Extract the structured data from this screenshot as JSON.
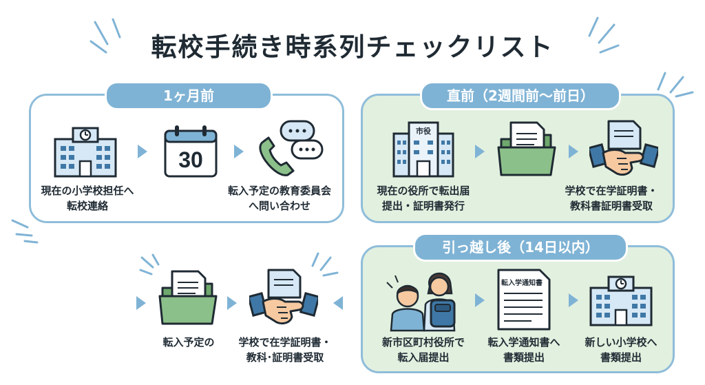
{
  "title": "転校手続き時系列チェックリスト",
  "sections": {
    "month_before": {
      "header": "1ヶ月前",
      "steps": [
        {
          "line1": "現在の小学校担任へ",
          "line2": "転校連絡",
          "icon": "school-building-icon"
        },
        {
          "calendar_number": "30",
          "icon": "calendar-icon"
        },
        {
          "line1": "転入予定の教育委員会",
          "line2": "へ問い合わせ",
          "icon": "phone-chat-icon"
        }
      ]
    },
    "just_before": {
      "header": "直前（2週間前〜前日）",
      "steps": [
        {
          "line1": "現在の役所で転出届",
          "line2": "提出・証明書発行",
          "building_sign": "市役",
          "icon": "city-hall-icon"
        },
        {
          "icon": "folder-documents-icon"
        },
        {
          "line1": "学校で在学証明書・",
          "line2": "教科書証明書受取",
          "icon": "handshake-document-icon"
        }
      ]
    },
    "after_move": {
      "header": "引っ越し後（14日以内）",
      "steps": [
        {
          "line1": "新市区町村役所で",
          "line2": "転入届提出",
          "icon": "parent-child-icon"
        },
        {
          "line1": "転入学通知書へ",
          "line2": "書類提出",
          "doc_title": "転入学通知書",
          "icon": "notice-document-icon"
        },
        {
          "line1": "新しい小学校へ",
          "line2": "書類提出",
          "icon": "school-building-icon"
        }
      ]
    },
    "standalone": {
      "steps": [
        {
          "line1": "転入予定の",
          "icon": "folder-documents-icon"
        },
        {
          "line1": "学校で在学証明書・",
          "line2": "教科･証明書受取",
          "icon": "handshake-document-icon"
        }
      ]
    }
  },
  "colors": {
    "accent": "#7fb3d5",
    "panel_border": "#8fbdd9",
    "panel_green": "#e2f0df",
    "folder_green": "#8cc08a",
    "skin": "#f6c9a0",
    "text": "#1f2a33"
  }
}
